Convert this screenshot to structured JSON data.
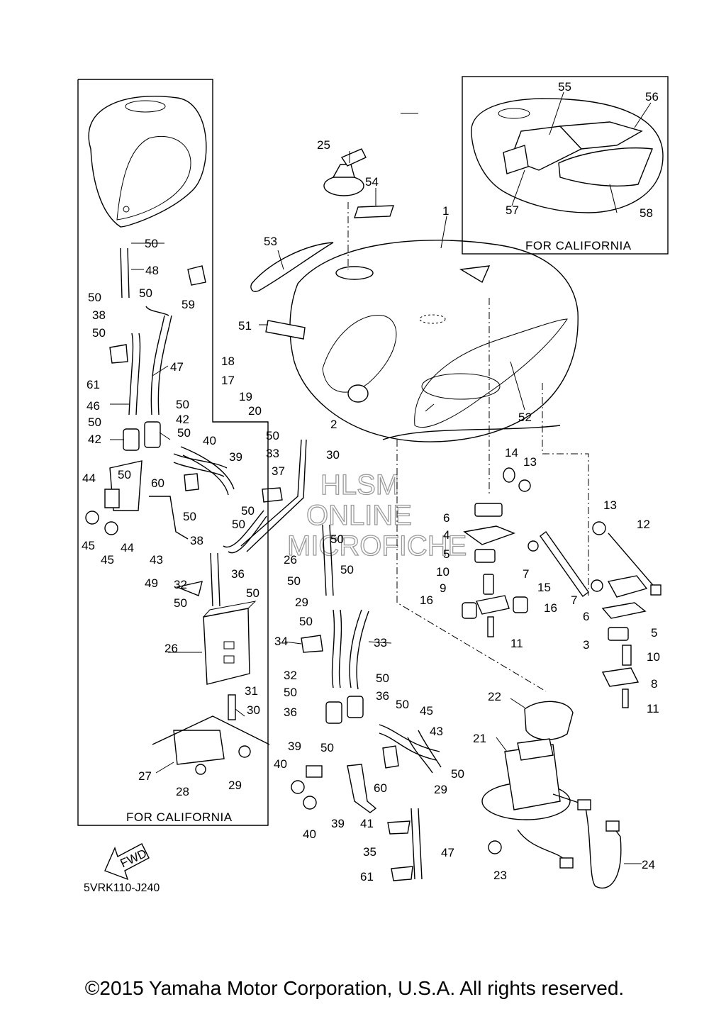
{
  "box_left_caption": "FOR CALIFORNIA",
  "box_right_caption": "FOR CALIFORNIA",
  "diagram_code": "5VRK110-J240",
  "fwd_label": "FWD",
  "watermark": [
    "HLSM",
    "ONLINE",
    "MICROFICHE"
  ],
  "copyright": "©2015 Yamaha Motor Corporation, U.S.A. All rights reserved.",
  "callouts": {
    "c1": "1",
    "c2": "2",
    "c3": "3",
    "c4": "4",
    "c5": "5",
    "c5b": "5",
    "c6": "6",
    "c6b": "6",
    "c7": "7",
    "c7b": "7",
    "c8": "8",
    "c9": "9",
    "c10": "10",
    "c10b": "10",
    "c11": "11",
    "c11b": "11",
    "c12": "12",
    "c13": "13",
    "c13b": "13",
    "c14": "14",
    "c15": "15",
    "c16": "16",
    "c16b": "16",
    "c17": "17",
    "c18": "18",
    "c19": "19",
    "c20": "20",
    "c21": "21",
    "c22": "22",
    "c23": "23",
    "c24": "24",
    "c25": "25",
    "c26": "26",
    "c26b": "26",
    "c27": "27",
    "c28": "28",
    "c29": "29",
    "c29b": "29",
    "c29c": "29",
    "c30": "30",
    "c30b": "30",
    "c31": "31",
    "c32": "32",
    "c32b": "32",
    "c33": "33",
    "c33b": "33",
    "c34": "34",
    "c35": "35",
    "c36": "36",
    "c36b": "36",
    "c36c": "36",
    "c37": "37",
    "c38": "38",
    "c38b": "38",
    "c39": "39",
    "c39b": "39",
    "c39c": "39",
    "c40": "40",
    "c40b": "40",
    "c40c": "40",
    "c41": "41",
    "c42": "42",
    "c42b": "42",
    "c43": "43",
    "c43b": "43",
    "c44": "44",
    "c44b": "44",
    "c45": "45",
    "c45b": "45",
    "c45c": "45",
    "c46": "46",
    "c47": "47",
    "c47b": "47",
    "c48": "48",
    "c49": "49",
    "c50a": "50",
    "c50b": "50",
    "c50c": "50",
    "c50d": "50",
    "c50e": "50",
    "c50f": "50",
    "c50g": "50",
    "c50h": "50",
    "c50i": "50",
    "c50j": "50",
    "c50k": "50",
    "c50l": "50",
    "c50m": "50",
    "c50n": "50",
    "c50o": "50",
    "c50p": "50",
    "c50q": "50",
    "c50r": "50",
    "c50s": "50",
    "c50t": "50",
    "c50u": "50",
    "c50v": "50",
    "c50w": "50",
    "c51": "51",
    "c52": "52",
    "c53": "53",
    "c54": "54",
    "c55": "55",
    "c56": "56",
    "c57": "57",
    "c58": "58",
    "c59": "59",
    "c60": "60",
    "c60b": "60",
    "c61": "61",
    "c61b": "61"
  }
}
